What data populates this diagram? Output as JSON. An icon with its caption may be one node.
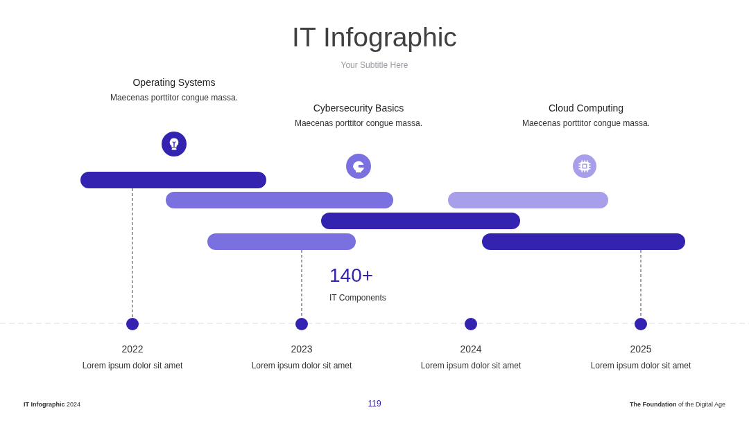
{
  "diagram": {
    "title": "IT Infographic",
    "nodes": [
      {
        "text": [],
        "shape": "bar"
      },
      {
        "text": [],
        "shape": "bar"
      },
      {
        "text": [],
        "shape": "bar"
      },
      {
        "text": [],
        "shape": "bar"
      },
      {
        "text": [],
        "shape": "bar"
      },
      {
        "text": [],
        "shape": "bar"
      },
      {
        "text": [],
        "shape": "circle",
        "beside": [
          "2022",
          "Lorem ipsum dolor sit amet"
        ]
      },
      {
        "text": [],
        "shape": "circle",
        "beside": [
          "2023",
          "Lorem ipsum dolor sit amet"
        ]
      },
      {
        "text": [],
        "shape": "circle",
        "beside": [
          "2024",
          "Lorem ipsum dolor sit amet"
        ]
      },
      {
        "text": [],
        "shape": "circle",
        "beside": [
          "2025",
          "Lorem ipsum dolor sit amet"
        ]
      }
    ],
    "edges": [
      {
        "from": 0,
        "to": 6,
        "arrow": "none",
        "style": "dashed"
      },
      {
        "from": 4,
        "to": 7,
        "arrow": "none",
        "style": "dashed"
      },
      {
        "from": 5,
        "to": 9,
        "arrow": "none",
        "style": "dashed"
      }
    ],
    "labels": [
      "Your Subtitle Here",
      "Operating Systems",
      "Maecenas porttitor congue massa.",
      "Cybersecurity Basics",
      "Maecenas porttitor congue massa.",
      "Cloud Computing",
      "Maecenas porttitor congue massa.",
      "140+",
      "IT Components",
      "**IT Infographic** 2024",
      "119",
      "**The Foundation** of the Digital Age"
    ]
  }
}
